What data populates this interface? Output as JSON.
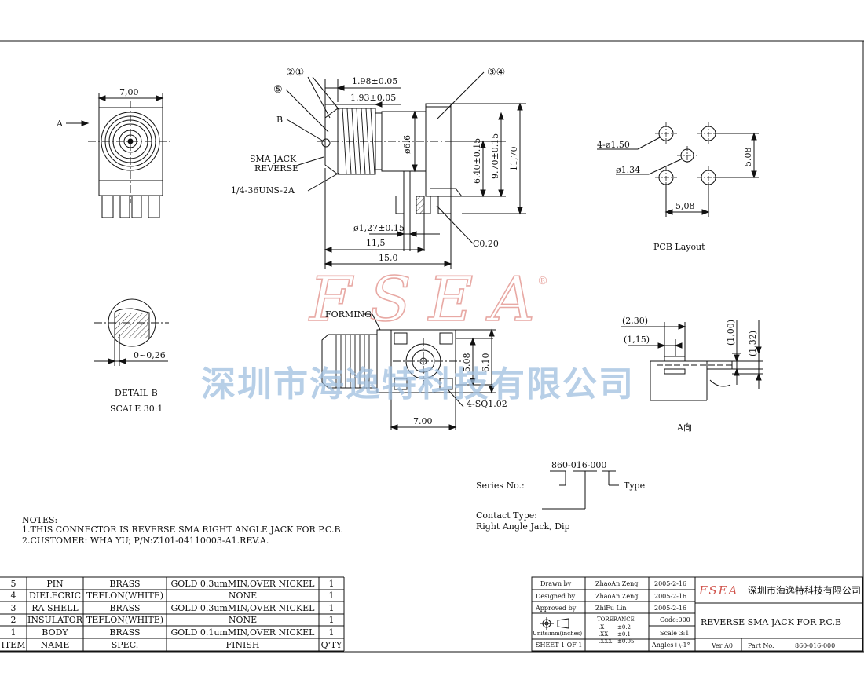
{
  "watermark": {
    "brand": "FSEA",
    "reg": "®",
    "company_cn": "深圳市海逸特科技有限公司"
  },
  "side_view": {
    "width": "7,00",
    "arrow_label": "A"
  },
  "main_view": {
    "balloons": {
      "b21": "②①",
      "b5": "⑤",
      "b34": "③④"
    },
    "labels": {
      "b": "B",
      "sma_jack": "SMA JACK",
      "reverse": "REVERSE",
      "thread": "1/4-36UNS-2A",
      "chamfer": "C0.20"
    },
    "dims": {
      "d198": "1.98±0.05",
      "d193": "1.93±0.05",
      "dia66": "ø6.6",
      "d640": "6.40±0.15",
      "d970": "9.70±0.15",
      "d1170": "11,70",
      "pin": "ø1,27±0.15",
      "d115": "11,5",
      "d150": "15,0"
    }
  },
  "pcb_layout": {
    "hole_big": "4-ø1.50",
    "hole_small": "ø1.34",
    "d_v": "5.08",
    "d_h": "5,08",
    "caption": "PCB Layout"
  },
  "detail_b": {
    "dim": "0~0,26",
    "title": "DETAIL B",
    "scale": "SCALE 30:1"
  },
  "bottom_view": {
    "forming": "FORMING",
    "d508": "5.08",
    "d610": "6.10",
    "sq": "4-SQ1.02",
    "d700": "7.00"
  },
  "view_a": {
    "d230": "(2,30)",
    "d115": "(1,15)",
    "d100": "(1,00)",
    "d132": "(1,32)",
    "caption": "A向"
  },
  "part_code": {
    "number": "860-016-000",
    "series": "Series No.:",
    "type": "Type",
    "contact_type": "Contact Type:",
    "contact_value": "Right Angle Jack, Dip"
  },
  "notes": {
    "title": "NOTES:",
    "line1": "1.THIS CONNECTOR IS REVERSE SMA RIGHT ANGLE JACK FOR P.C.B.",
    "line2": "2.CUSTOMER: WHA YU; P/N:Z101-04110003-A1.REV.A."
  },
  "bom": {
    "rows": [
      [
        "5",
        "PIN",
        "BRASS",
        "GOLD 0.3umMIN,OVER NICKEL",
        "1"
      ],
      [
        "4",
        "DIELECRIC",
        "TEFLON(WHITE)",
        "NONE",
        "1"
      ],
      [
        "3",
        "RA SHELL",
        "BRASS",
        "GOLD 0.3umMIN,OVER NICKEL",
        "1"
      ],
      [
        "2",
        "INSULATOR",
        "TEFLON(WHITE)",
        "NONE",
        "1"
      ],
      [
        "1",
        "BODY",
        "BRASS",
        "GOLD 0.1umMIN,OVER NICKEL",
        "1"
      ]
    ],
    "header": [
      "ITEM",
      "NAME",
      "SPEC.",
      "FINISH",
      "Q'TY"
    ]
  },
  "title_block": {
    "drawn_label": "Drawn by",
    "drawn_name": "ZhaoAn Zeng",
    "drawn_date": "2005-2-16",
    "designed_label": "Designed by",
    "designed_name": "ZhaoAn Zeng",
    "designed_date": "2005-2-16",
    "approved_label": "Approved by",
    "approved_name": "ZhiFu Lin",
    "approved_date": "2005-2-16",
    "tolerance": "TORERANCE",
    "tol_x": ".X",
    "tol_x_v": "±0.2",
    "tol_xx": ".XX",
    "tol_xx_v": "±0.1",
    "tol_xxx": ".XXX",
    "tol_xxx_v": "±0.05",
    "units": "Units:mm(inches)",
    "sheet": "SHEET 1 OF 1",
    "code": "Code:000",
    "scale": "Scale 3:1",
    "angles": "Angles+\\-1°",
    "brand": "FSEA",
    "company": "深圳市海逸特科技有限公司",
    "title": "REVERSE SMA JACK FOR P.C.B",
    "ver": "Ver A0",
    "partno_label": "Part No.",
    "partno": "860-016-000"
  }
}
